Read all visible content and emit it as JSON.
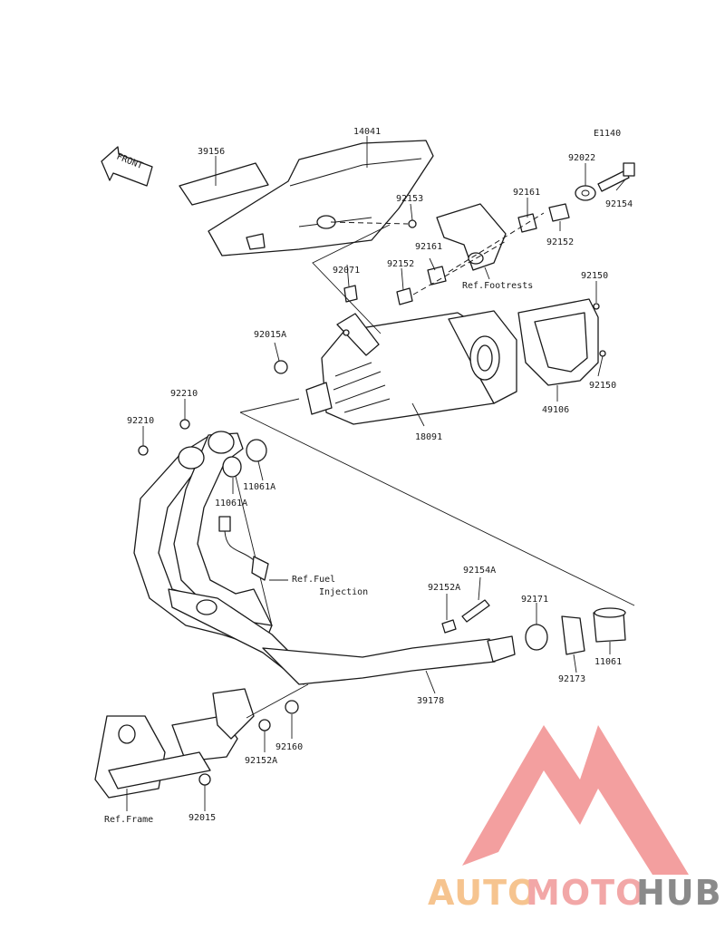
{
  "diagram": {
    "code": "E1140",
    "front_label": "FRONT",
    "parts": [
      {
        "id": "p14041",
        "label": "14041"
      },
      {
        "id": "p39156",
        "label": "39156"
      },
      {
        "id": "p92022",
        "label": "92022"
      },
      {
        "id": "p92161a",
        "label": "92161"
      },
      {
        "id": "p92154",
        "label": "92154"
      },
      {
        "id": "p92153",
        "label": "92153"
      },
      {
        "id": "p92152a",
        "label": "92152"
      },
      {
        "id": "p92161b",
        "label": "92161"
      },
      {
        "id": "p92071",
        "label": "92071"
      },
      {
        "id": "p92152b",
        "label": "92152"
      },
      {
        "id": "p92150a",
        "label": "92150"
      },
      {
        "id": "p92015A",
        "label": "92015A"
      },
      {
        "id": "p92150b",
        "label": "92150"
      },
      {
        "id": "p49106",
        "label": "49106"
      },
      {
        "id": "p18091",
        "label": "18091"
      },
      {
        "id": "p92210a",
        "label": "92210"
      },
      {
        "id": "p92210b",
        "label": "92210"
      },
      {
        "id": "p11061Aa",
        "label": "11061A"
      },
      {
        "id": "p11061Ab",
        "label": "11061A"
      },
      {
        "id": "p92154A",
        "label": "92154A"
      },
      {
        "id": "p92152A",
        "label": "92152A"
      },
      {
        "id": "p92171",
        "label": "92171"
      },
      {
        "id": "p11061",
        "label": "11061"
      },
      {
        "id": "p92173",
        "label": "92173"
      },
      {
        "id": "p39178",
        "label": "39178"
      },
      {
        "id": "p92160",
        "label": "92160"
      },
      {
        "id": "p92152A2",
        "label": "92152A"
      },
      {
        "id": "p92015",
        "label": "92015"
      }
    ],
    "refs": {
      "footrests": "Ref.Footrests",
      "fuel_line1": "Ref.Fuel",
      "fuel_line2": "Injection",
      "frame": "Ref.Frame"
    }
  },
  "watermark": {
    "part1": "AUTO",
    "part2": "MOTO",
    "part3": "HUB",
    "colors": {
      "auto": "#f6c48f",
      "moto": "#f2a7a7",
      "hub": "#8a8a8a",
      "logo": "#f29a9a"
    }
  }
}
